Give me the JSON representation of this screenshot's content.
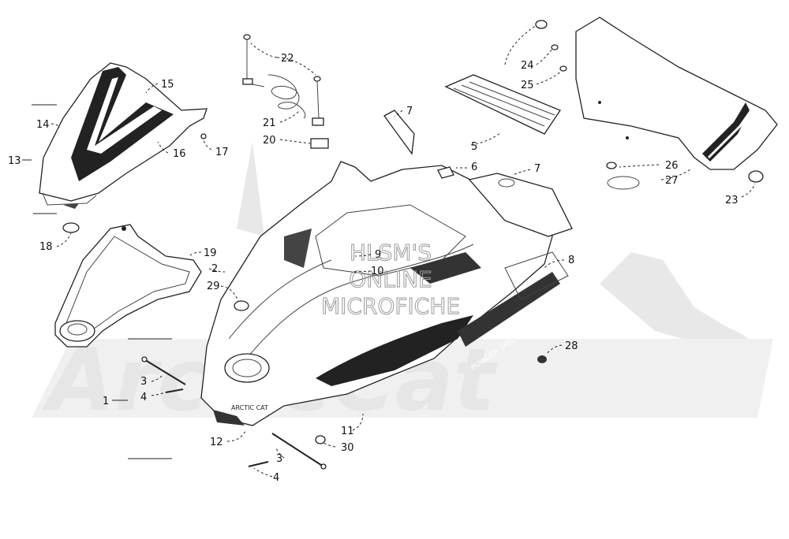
{
  "watermark": {
    "lines": [
      "HLSM'S",
      "ONLINE",
      "MICROFICHE"
    ],
    "brand_text": "ArcticCat"
  },
  "decals": {
    "hood_logo": "ARCTIC CAT",
    "side_decal": "POWDER SPECIAL"
  },
  "callouts": [
    {
      "id": "c1",
      "text": "1"
    },
    {
      "id": "c2",
      "text": "2"
    },
    {
      "id": "c3a",
      "text": "3"
    },
    {
      "id": "c3b",
      "text": "3"
    },
    {
      "id": "c4a",
      "text": "4"
    },
    {
      "id": "c4b",
      "text": "4"
    },
    {
      "id": "c5",
      "text": "5"
    },
    {
      "id": "c6",
      "text": "6"
    },
    {
      "id": "c7a",
      "text": "7"
    },
    {
      "id": "c7b",
      "text": "7"
    },
    {
      "id": "c8",
      "text": "8"
    },
    {
      "id": "c9",
      "text": "9"
    },
    {
      "id": "c10",
      "text": "10"
    },
    {
      "id": "c11",
      "text": "11"
    },
    {
      "id": "c12",
      "text": "12"
    },
    {
      "id": "c13",
      "text": "13"
    },
    {
      "id": "c14",
      "text": "14"
    },
    {
      "id": "c15",
      "text": "15"
    },
    {
      "id": "c16",
      "text": "16"
    },
    {
      "id": "c17",
      "text": "17"
    },
    {
      "id": "c18",
      "text": "18"
    },
    {
      "id": "c19",
      "text": "19"
    },
    {
      "id": "c20",
      "text": "20"
    },
    {
      "id": "c21",
      "text": "21"
    },
    {
      "id": "c22",
      "text": "22"
    },
    {
      "id": "c23",
      "text": "23"
    },
    {
      "id": "c24",
      "text": "24"
    },
    {
      "id": "c25",
      "text": "25"
    },
    {
      "id": "c26",
      "text": "26"
    },
    {
      "id": "c27",
      "text": "27"
    },
    {
      "id": "c28",
      "text": "28"
    },
    {
      "id": "c29",
      "text": "29"
    },
    {
      "id": "c30",
      "text": "30"
    }
  ]
}
